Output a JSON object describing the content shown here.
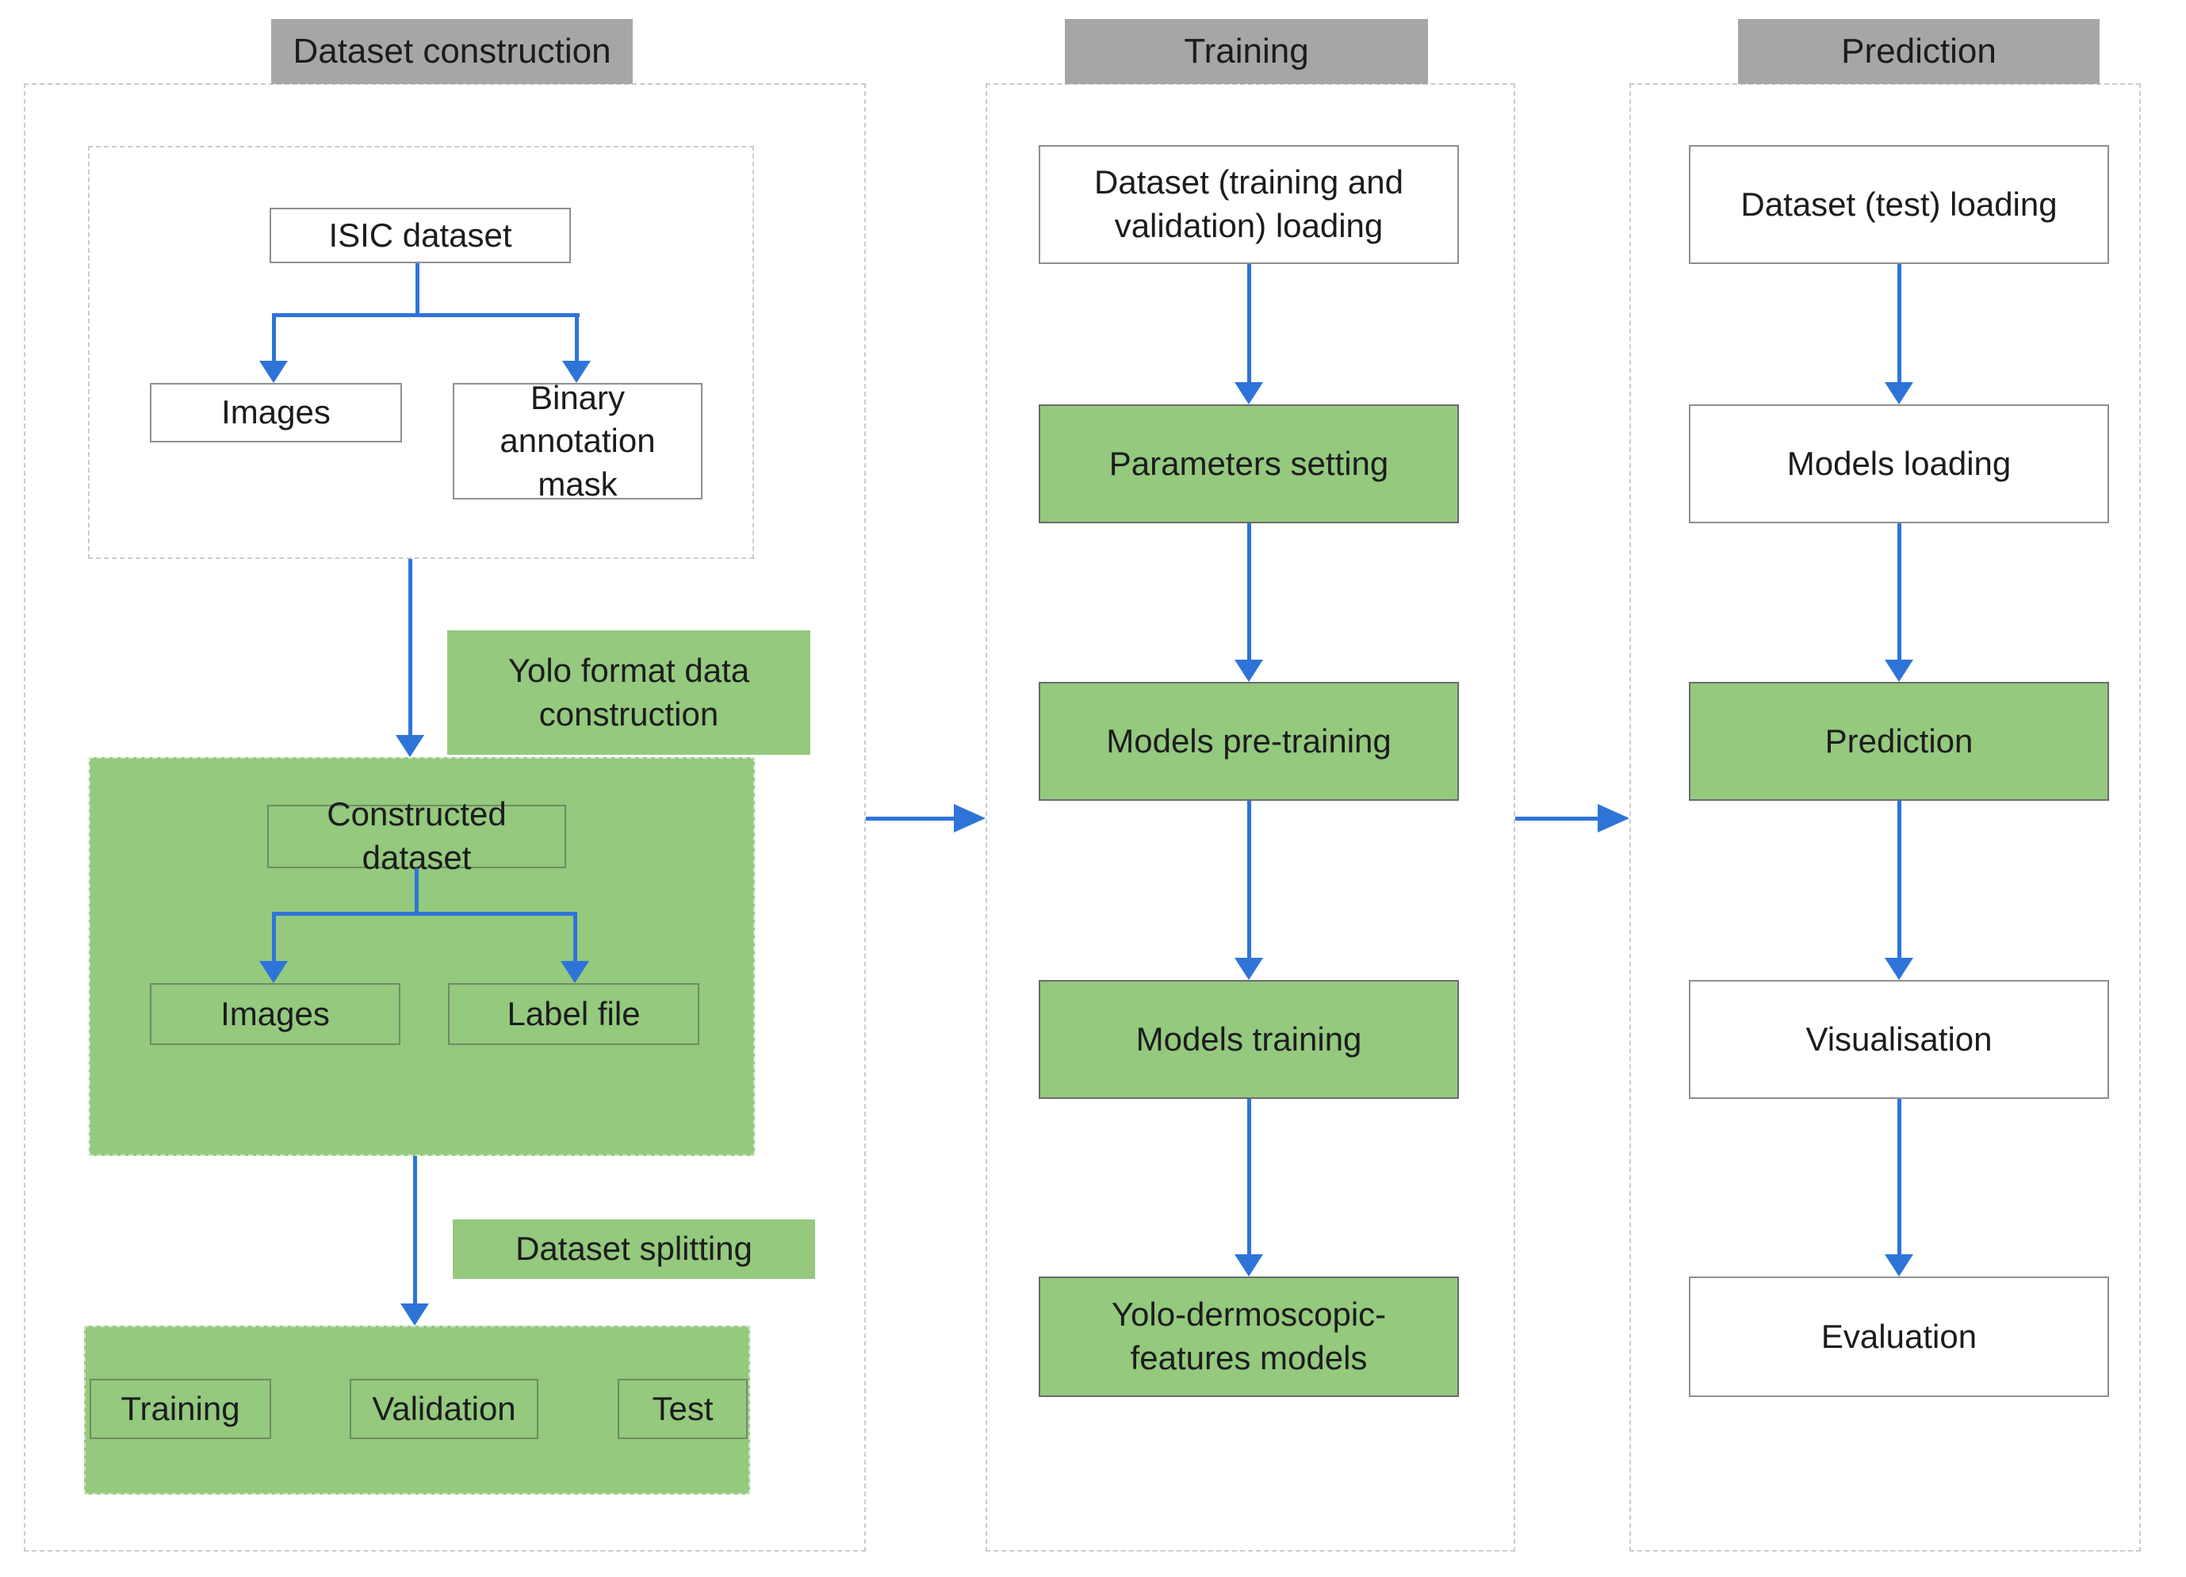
{
  "diagram": {
    "stages": {
      "dataset_construction": {
        "header": "Dataset construction",
        "source": {
          "isic_dataset": "ISIC dataset",
          "images": "Images",
          "binary_annotation_mask": "Binary annotation mask"
        },
        "yolo_construction": {
          "label": "Yolo format data construction",
          "constructed_dataset": "Constructed dataset",
          "images": "Images",
          "label_file": "Label file"
        },
        "splitting": {
          "label": "Dataset splitting",
          "training": "Training",
          "validation": "Validation",
          "test": "Test"
        }
      },
      "training": {
        "header": "Training",
        "steps": [
          "Dataset (training and validation) loading",
          "Parameters setting",
          "Models pre-training",
          "Models training",
          "Yolo-dermoscopic-features models"
        ]
      },
      "prediction": {
        "header": "Prediction",
        "steps": [
          "Dataset (test) loading",
          "Models loading",
          "Prediction",
          "Visualisation",
          "Evaluation"
        ]
      }
    },
    "colors": {
      "box_green": "#94c97e",
      "header_gray": "#a6a6a6",
      "arrow_blue": "#2e74d8"
    }
  }
}
